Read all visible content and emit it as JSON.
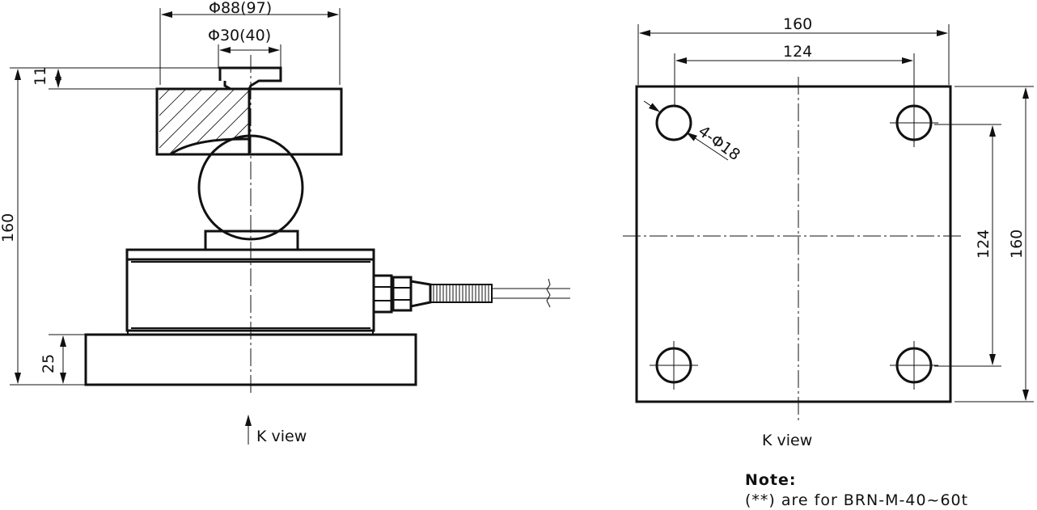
{
  "side_view": {
    "dim_outer_diameter": "88(97)",
    "dim_inner_diameter": "30(40)",
    "dim_top_height": "11",
    "dim_total_height": "160",
    "dim_base_height": "25",
    "view_label": "K view",
    "diameter_symbol": "Φ"
  },
  "plan_view": {
    "dim_width": "160",
    "dim_hole_spacing_x": "124",
    "dim_hole_spacing_y": "124",
    "dim_height": "160",
    "hole_callout": "4-Φ18",
    "view_label": "K view"
  },
  "note": {
    "title": "Note:",
    "text": "(**) are for BRN-M-40~60t"
  }
}
